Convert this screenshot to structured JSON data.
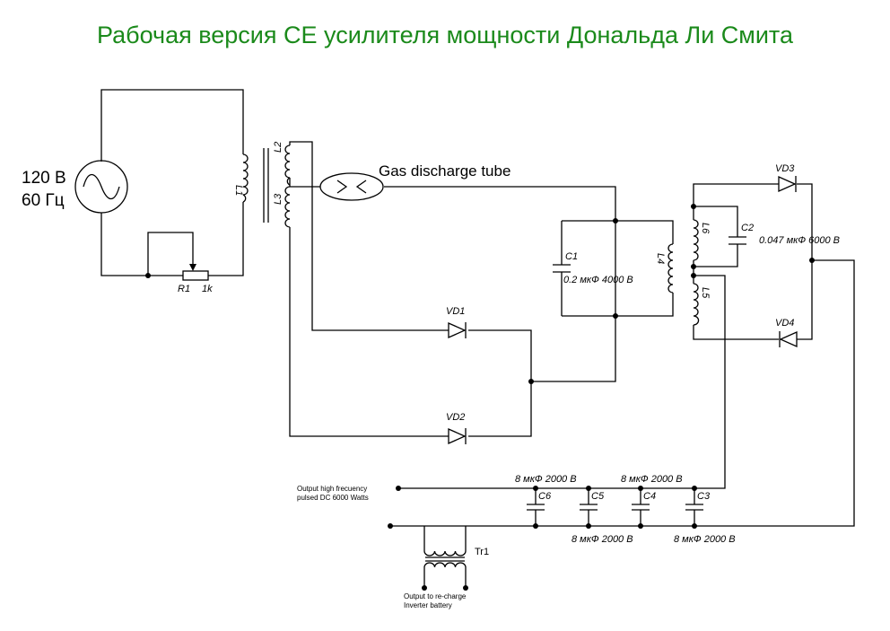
{
  "title": "Рабочая версия CE усилителя мощности Дональда Ли Смита",
  "source": {
    "voltage": "120 В",
    "frequency": "60 Гц"
  },
  "labels": {
    "R1": "R1",
    "R1_value": "1k",
    "L1": "L1",
    "L2": "L2",
    "L3": "L3",
    "L4": "L4",
    "L5": "L5",
    "L6": "L6",
    "tube": "Gas discharge tube",
    "C1": "C1",
    "C1_value": "0.2 мкФ 4000 В",
    "C2": "C2",
    "C2_value": "0.047 мкФ 6000 В",
    "VD1": "VD1",
    "VD2": "VD2",
    "VD3": "VD3",
    "VD4": "VD4",
    "C3": "C3",
    "C4": "C4",
    "C5": "C5",
    "C6": "C6",
    "cap_value": "8 мкФ 2000 В",
    "Tr1": "Tr1",
    "out_hf_1": "Output high frecuency",
    "out_hf_2": "pulsed DC 6000 Watts",
    "out_bat_1": "Output to re-charge",
    "out_bat_2": "Inverter battery"
  }
}
